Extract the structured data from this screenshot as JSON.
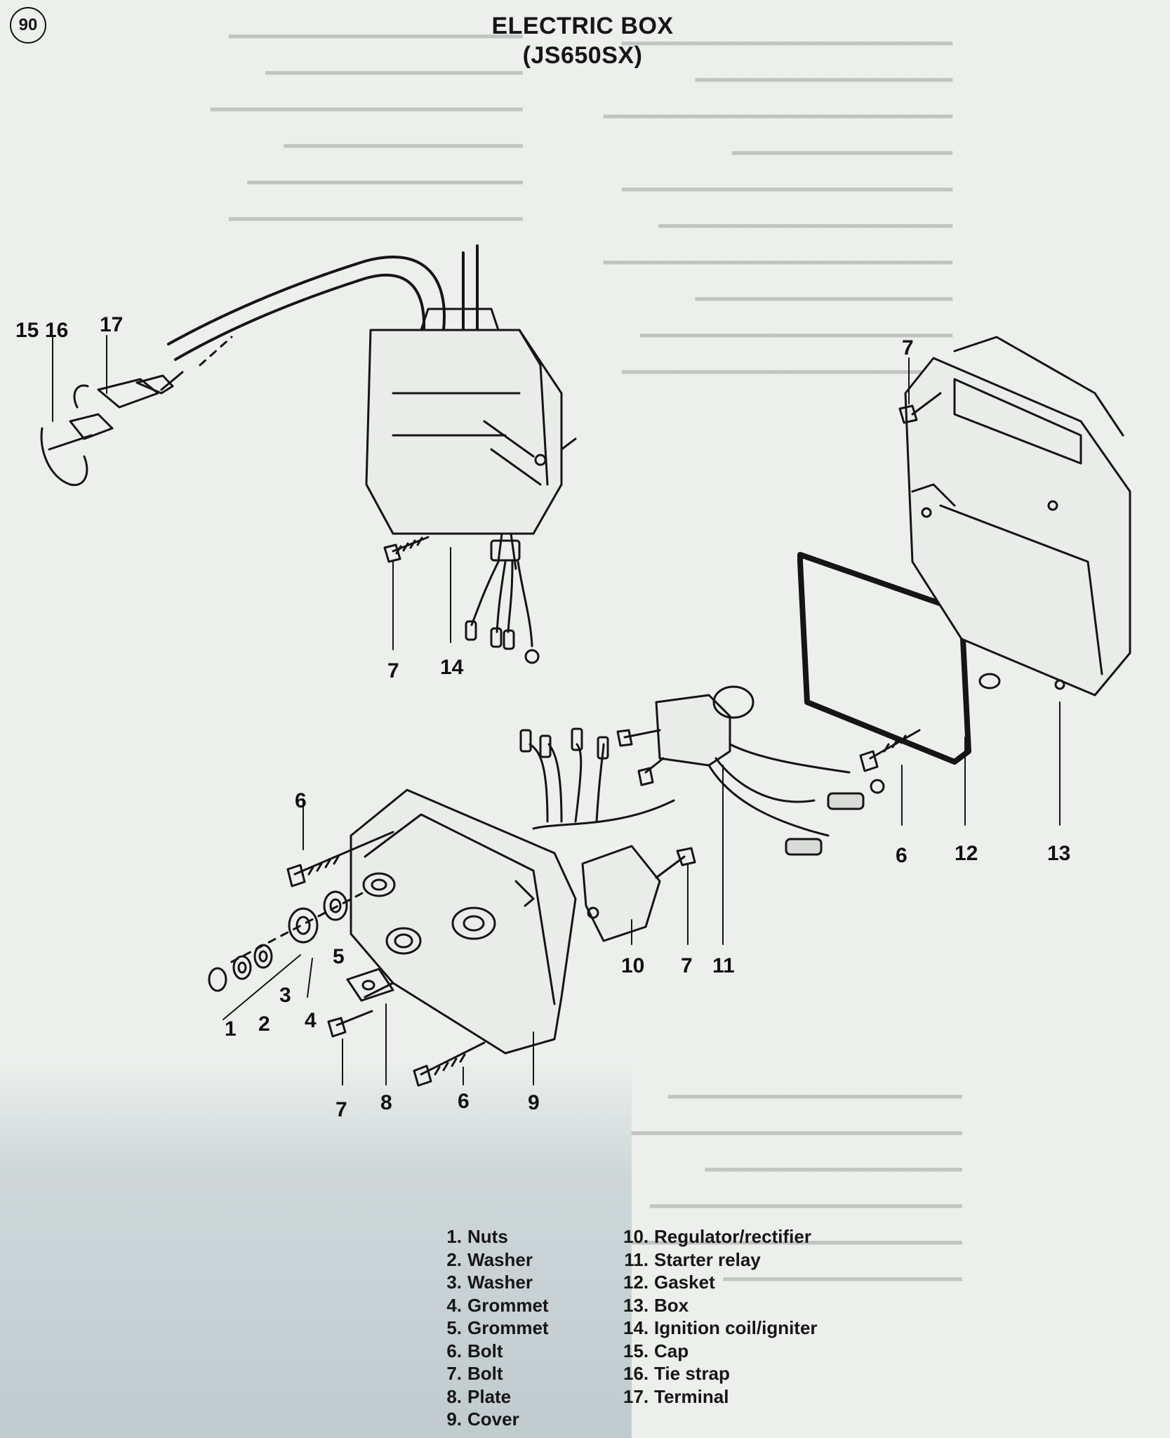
{
  "figure": {
    "number": "90",
    "title_line1": "ELECTRIC BOX",
    "title_line2": "(JS650SX)"
  },
  "callouts": {
    "c1": "1",
    "c2": "2",
    "c3": "3",
    "c4": "4",
    "c5": "5",
    "c6a": "6",
    "c6b": "6",
    "c6c": "6",
    "c7a": "7",
    "c7b": "7",
    "c7c": "7",
    "c7d": "7",
    "c8": "8",
    "c9": "9",
    "c10": "10",
    "c11": "11",
    "c12": "12",
    "c13": "13",
    "c14": "14",
    "c15": "15",
    "c16": "16",
    "c17": "17"
  },
  "legend": {
    "left": [
      {
        "num": "1.",
        "label": "Nuts"
      },
      {
        "num": "2.",
        "label": "Washer"
      },
      {
        "num": "3.",
        "label": "Washer"
      },
      {
        "num": "4.",
        "label": "Grommet"
      },
      {
        "num": "5.",
        "label": "Grommet"
      },
      {
        "num": "6.",
        "label": "Bolt"
      },
      {
        "num": "7.",
        "label": "Bolt"
      },
      {
        "num": "8.",
        "label": "Plate"
      },
      {
        "num": "9.",
        "label": "Cover"
      }
    ],
    "right": [
      {
        "num": "10.",
        "label": "Regulator/rectifier"
      },
      {
        "num": "11.",
        "label": "Starter relay"
      },
      {
        "num": "12.",
        "label": "Gasket"
      },
      {
        "num": "13.",
        "label": "Box"
      },
      {
        "num": "14.",
        "label": "Ignition coil/igniter"
      },
      {
        "num": "15.",
        "label": "Cap"
      },
      {
        "num": "16.",
        "label": "Tie strap"
      },
      {
        "num": "17.",
        "label": "Terminal"
      }
    ]
  }
}
